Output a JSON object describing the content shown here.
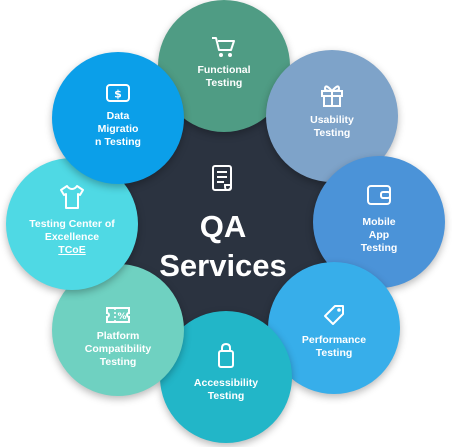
{
  "center": {
    "line1": "QA",
    "line2": "Services",
    "icon": "document-list-icon"
  },
  "nodes": [
    {
      "key": "functional",
      "label": "Functional\nTesting",
      "color": "#4f9c84",
      "icon": "shopping-cart-icon"
    },
    {
      "key": "usability",
      "label": "Usability\nTesting",
      "color": "#7ea3c9",
      "icon": "gift-icon"
    },
    {
      "key": "mobile",
      "label": "Mobile\nApp\nTesting",
      "color": "#4b93d8",
      "icon": "wallet-icon"
    },
    {
      "key": "performance",
      "label": "Performance\nTesting",
      "color": "#37aeea",
      "icon": "tag-icon"
    },
    {
      "key": "accessibility",
      "label": "Accessibility\nTesting",
      "color": "#22b6c8",
      "icon": "shopping-bag-icon"
    },
    {
      "key": "platform",
      "label": "Platform\nCompatibility\nTesting",
      "color": "#6fd1c1",
      "icon": "discount-ticket-icon"
    },
    {
      "key": "tcoe",
      "label_main": "Testing Center of\nExcellence",
      "label_sub": "TCoE",
      "color": "#4fd9e4",
      "icon": "shirt-icon"
    },
    {
      "key": "migration",
      "label": "Data\nMigratio\nn Testing",
      "color": "#0b9fe9",
      "icon": "dollar-card-icon"
    }
  ]
}
